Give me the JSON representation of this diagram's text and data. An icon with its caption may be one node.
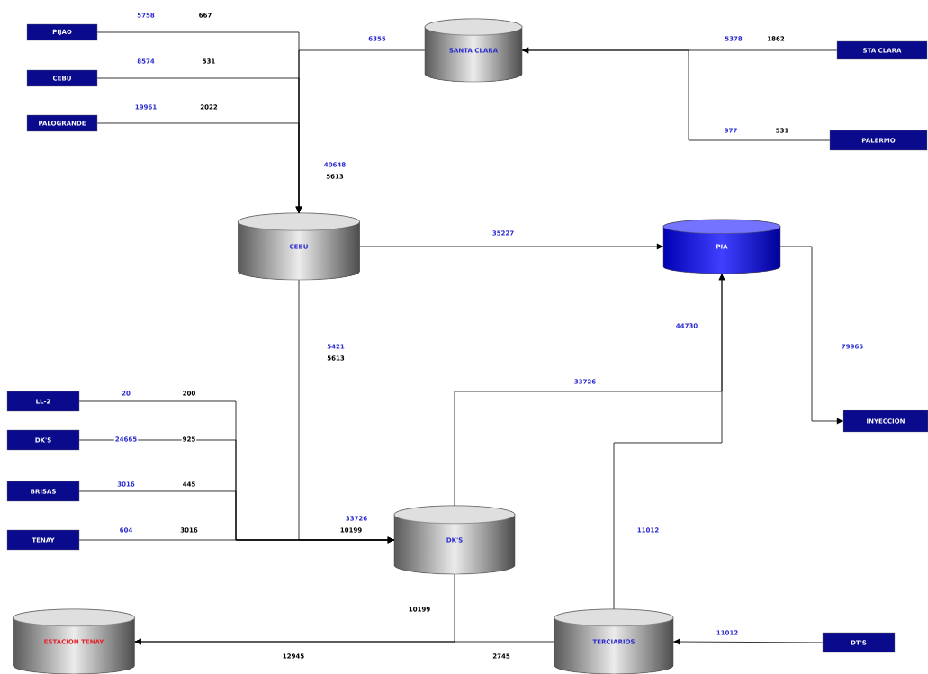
{
  "diagram": {
    "nodes": [
      {
        "text": [
          "PIJAO"
        ]
      },
      {
        "text": [
          "CEBU"
        ]
      },
      {
        "text": [
          "PALOGRANDE"
        ]
      },
      {
        "text": [
          "SANTA CLARA"
        ]
      },
      {
        "text": [
          "STA CLARA"
        ]
      },
      {
        "text": [
          "PALERMO"
        ]
      },
      {
        "text": [
          "CEBU"
        ]
      },
      {
        "text": [
          "PIA"
        ]
      },
      {
        "text": [
          "LL-2"
        ]
      },
      {
        "text": [
          "DK'S"
        ]
      },
      {
        "text": [
          "BRISAS"
        ]
      },
      {
        "text": [
          "TENAY"
        ]
      },
      {
        "text": [
          "DK'S"
        ]
      },
      {
        "text": [
          "INYECCION"
        ]
      },
      {
        "text": [
          "ESTACION TENAY"
        ]
      },
      {
        "text": [
          "TERCIARIOS"
        ]
      },
      {
        "text": [
          "DT'S"
        ]
      }
    ],
    "edges": [
      {
        "from": 0,
        "to": 6,
        "arrow": "to",
        "label": "5758"
      },
      {
        "from": 1,
        "to": 6,
        "arrow": "to",
        "label": "8574"
      },
      {
        "from": 2,
        "to": 6,
        "arrow": "to",
        "label": "19961"
      },
      {
        "from": 3,
        "to": 6,
        "arrow": "to",
        "label": "6355"
      },
      {
        "from": 4,
        "to": 3,
        "arrow": "to",
        "label": "5378"
      },
      {
        "from": 5,
        "to": 3,
        "arrow": "to",
        "label": "977"
      },
      {
        "from": 6,
        "to": 7,
        "arrow": "to",
        "label": "35227"
      },
      {
        "from": 6,
        "to": 12,
        "arrow": "to",
        "label": "5421"
      },
      {
        "from": 8,
        "to": 12,
        "arrow": "to",
        "label": "20"
      },
      {
        "from": 9,
        "to": 12,
        "arrow": "to",
        "label": "24665"
      },
      {
        "from": 10,
        "to": 12,
        "arrow": "to",
        "label": "3016"
      },
      {
        "from": 11,
        "to": 12,
        "arrow": "to",
        "label": "604"
      },
      {
        "from": 12,
        "to": 7,
        "arrow": "to",
        "label": "33726"
      },
      {
        "from": 15,
        "to": 7,
        "arrow": "to",
        "label": "11012"
      },
      {
        "from": 7,
        "to": 13,
        "arrow": "to",
        "label": "79965"
      },
      {
        "from": 12,
        "to": 14,
        "arrow": "to",
        "label": "10199"
      },
      {
        "from": 15,
        "to": 14,
        "arrow": "to",
        "label": "2745"
      },
      {
        "from": 16,
        "to": 15,
        "arrow": "to",
        "label": "11012"
      }
    ],
    "labels": [
      "667",
      "1862",
      "531",
      "2022",
      "531",
      "40648",
      "5613",
      "44730",
      "5613",
      "200",
      "925",
      "445",
      "33726",
      "3016",
      "10199",
      "12945"
    ]
  }
}
